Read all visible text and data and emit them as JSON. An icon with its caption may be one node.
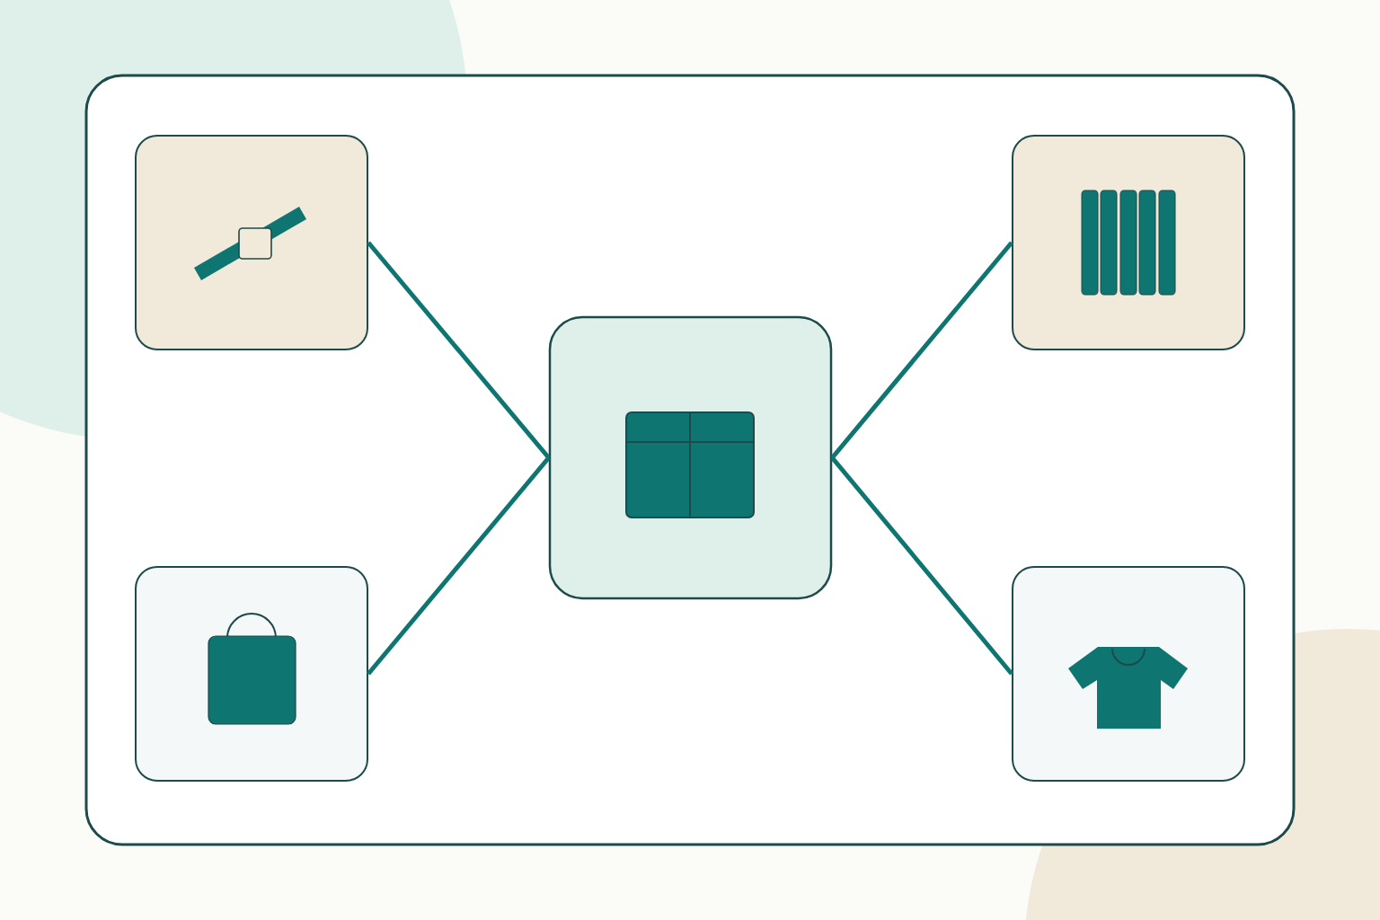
{
  "diagram": {
    "nodes": [
      {
        "text": [],
        "shape": "box"
      },
      {
        "text": [],
        "shape": "box",
        "in": 0
      },
      {
        "text": [],
        "shape": "box",
        "in": 0
      },
      {
        "text": [],
        "shape": "box",
        "in": 0
      },
      {
        "text": [],
        "shape": "box",
        "in": 0
      },
      {
        "text": [],
        "shape": "box",
        "in": 0
      }
    ],
    "edges": [
      {
        "from": 3,
        "to": 1,
        "arrow": "none"
      },
      {
        "from": 3,
        "to": 2,
        "arrow": "none"
      },
      {
        "from": 3,
        "to": 4,
        "arrow": "none"
      },
      {
        "from": 3,
        "to": 5,
        "arrow": "none"
      }
    ]
  }
}
